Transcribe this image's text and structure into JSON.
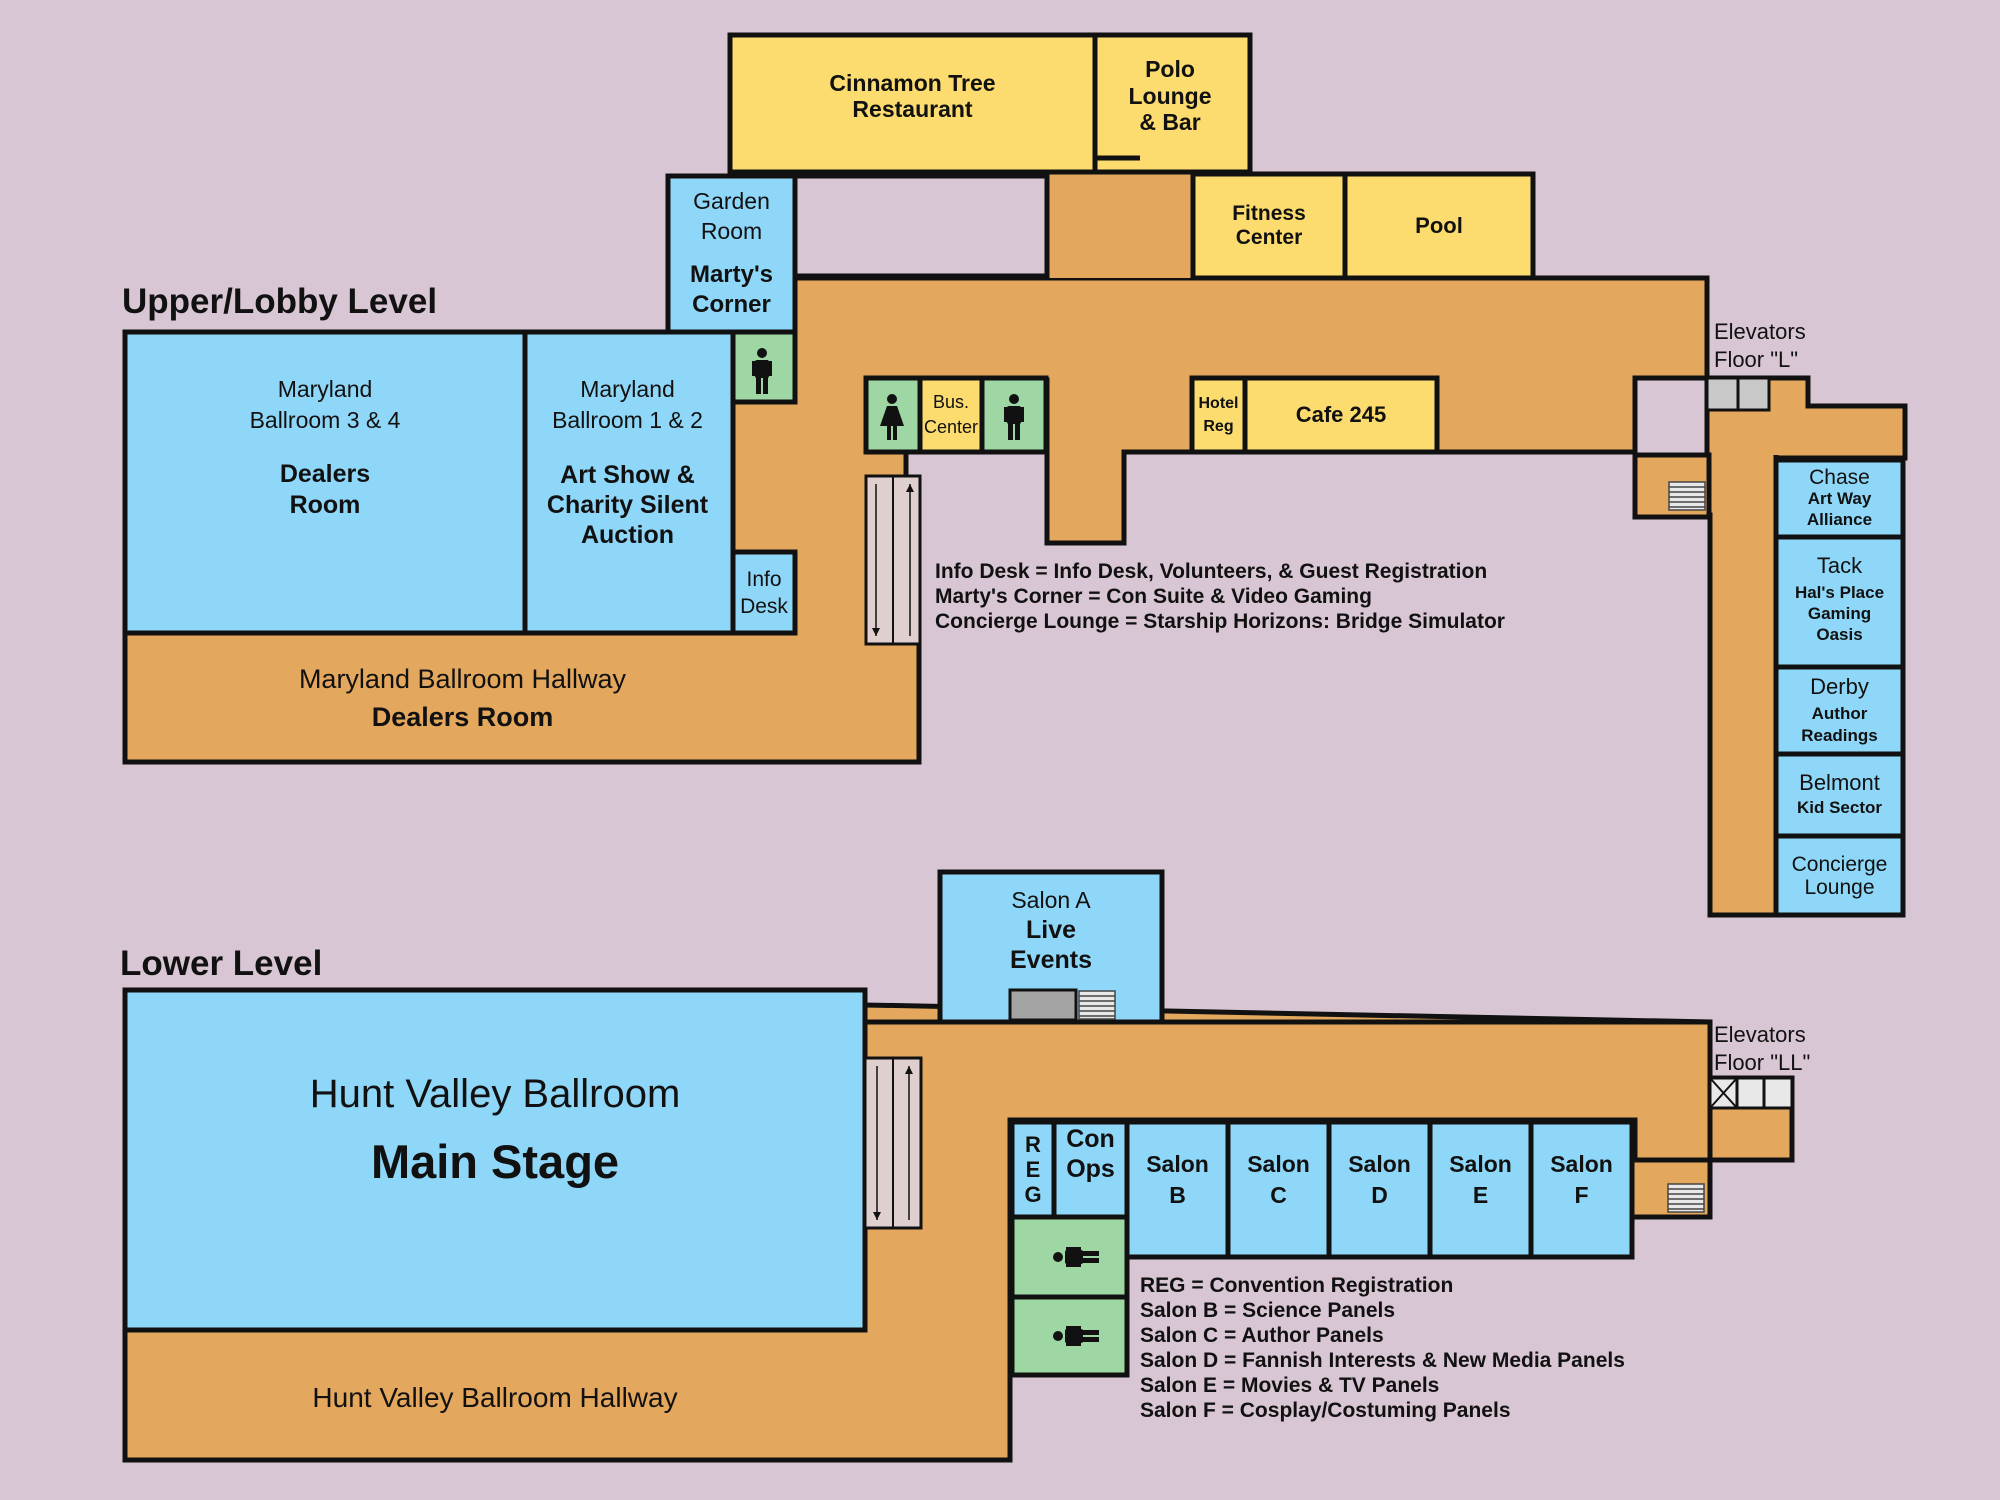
{
  "levels": {
    "upper": "Upper/Lobby Level",
    "lower": "Lower Level"
  },
  "upper": {
    "cinnamon_tree": [
      "Cinnamon Tree",
      "Restaurant"
    ],
    "polo_lounge": [
      "Polo",
      "Lounge",
      "& Bar"
    ],
    "garden_room": [
      "Garden",
      "Room"
    ],
    "martys_corner": [
      "Marty's",
      "Corner"
    ],
    "fitness_center": [
      "Fitness",
      "Center"
    ],
    "pool": "Pool",
    "maryland_34": [
      "Maryland",
      "Ballroom 3 & 4"
    ],
    "maryland_34_use": [
      "Dealers",
      "Room"
    ],
    "maryland_12": [
      "Maryland",
      "Ballroom 1 & 2"
    ],
    "maryland_12_use": [
      "Art Show &",
      "Charity Silent",
      "Auction"
    ],
    "info_desk": [
      "Info",
      "Desk"
    ],
    "bus_center": [
      "Bus.",
      "Center"
    ],
    "hotel_reg": [
      "Hotel",
      "Reg"
    ],
    "cafe": "Cafe 245",
    "hallway": "Maryland Ballroom Hallway",
    "hallway_use": "Dealers Room",
    "elevators": [
      "Elevators",
      "Floor \"L\""
    ],
    "legend": [
      "Info Desk = Info Desk, Volunteers, & Guest Registration",
      "Marty's Corner = Con Suite & Video Gaming",
      "Concierge Lounge = Starship Horizons: Bridge Simulator"
    ],
    "side_rooms": [
      {
        "name": "Chase",
        "use": [
          "Art Way",
          "Alliance"
        ]
      },
      {
        "name": "Tack",
        "use": [
          "Hal's Place",
          "Gaming",
          "Oasis"
        ]
      },
      {
        "name": "Derby",
        "use": [
          "Author",
          "Readings"
        ]
      },
      {
        "name": "Belmont",
        "use": [
          "Kid Sector"
        ]
      },
      {
        "name": "Concierge",
        "use": [
          "Lounge"
        ]
      }
    ]
  },
  "lower": {
    "salon_a": "Salon A",
    "salon_a_use": [
      "Live",
      "Events"
    ],
    "ballroom": "Hunt Valley Ballroom",
    "ballroom_use": "Main Stage",
    "hallway": "Hunt Valley Ballroom Hallway",
    "reg": [
      "R",
      "E",
      "G"
    ],
    "con_ops": [
      "Con",
      "Ops"
    ],
    "salons": [
      [
        "Salon",
        "B"
      ],
      [
        "Salon",
        "C"
      ],
      [
        "Salon",
        "D"
      ],
      [
        "Salon",
        "E"
      ],
      [
        "Salon",
        "F"
      ]
    ],
    "elevators": [
      "Elevators",
      "Floor \"LL\""
    ],
    "legend": [
      "REG = Convention Registration",
      "Salon B = Science Panels",
      "Salon C = Author Panels",
      "Salon D = Fannish Interests & New Media Panels",
      "Salon E = Movies & TV Panels",
      "Salon F = Cosplay/Costuming Panels"
    ]
  },
  "colors": {
    "background": "#d8c6d4",
    "meeting_room": "#8fd7f8",
    "hallway": "#e4a75e",
    "amenity": "#fcdc6e",
    "restroom": "#9fd7a4",
    "wall": "#111111"
  },
  "icons": [
    "mens-restroom-icon",
    "womens-restroom-icon",
    "escalator-icon",
    "stairs-icon",
    "elevator-icon"
  ]
}
